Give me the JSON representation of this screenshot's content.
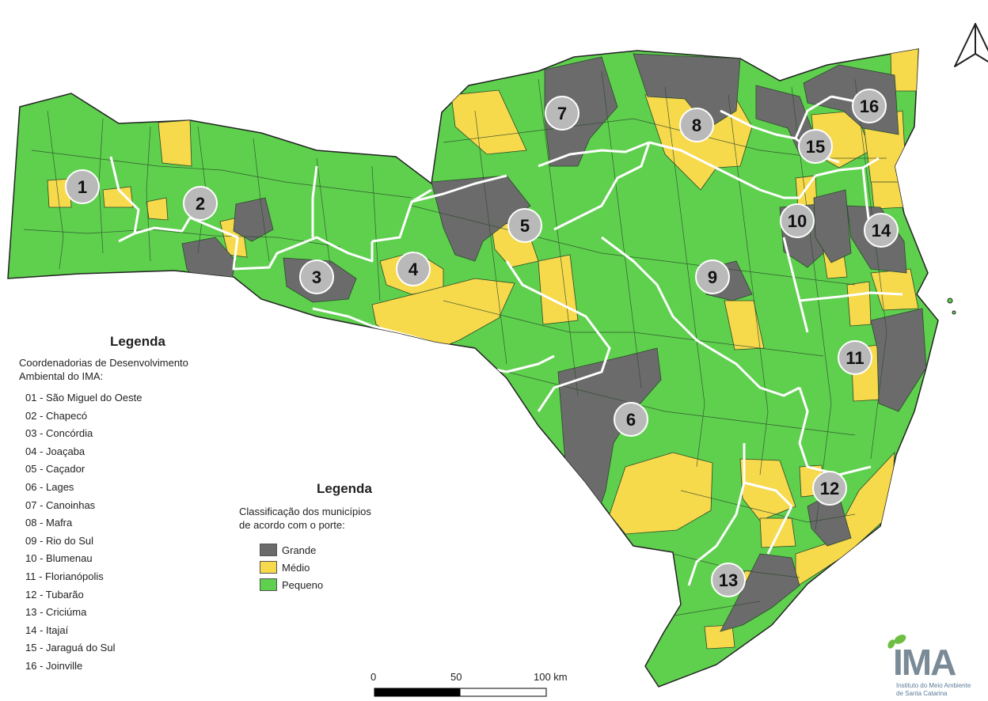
{
  "legend_regions": {
    "title": "Legenda",
    "subtitle_line1": "Coordenadorias de Desenvolvimento",
    "subtitle_line2": "Ambiental do IMA:",
    "items": [
      "01 - São Miguel do Oeste",
      "02 - Chapecó",
      "03 - Concórdia",
      "04 - Joaçaba",
      "05 - Caçador",
      "06 - Lages",
      "07 - Canoinhas",
      "08 - Mafra",
      "09 - Rio do Sul",
      "10 - Blumenau",
      "11 - Florianópolis",
      "12 - Tubarão",
      "13 - Criciúma",
      "14 - Itajaí",
      "15 - Jaraguá do Sul",
      "16 - Joinville"
    ]
  },
  "legend_size": {
    "title": "Legenda",
    "subtitle_line1": "Classificação dos municípios",
    "subtitle_line2": "de acordo com o porte:",
    "classes": [
      {
        "label": "Grande",
        "color": "#6b6b6b"
      },
      {
        "label": "Médio",
        "color": "#f7d94c"
      },
      {
        "label": "Pequeno",
        "color": "#5fcf4e"
      }
    ]
  },
  "colors": {
    "pequeno": "#5fcf4e",
    "medio": "#f7d94c",
    "grande": "#6b6b6b",
    "region_border": "#ffffff",
    "municipal_border": "#2a4a2a",
    "marker_fill": "#b9b9b9"
  },
  "region_markers": [
    "1",
    "2",
    "3",
    "4",
    "5",
    "6",
    "7",
    "8",
    "9",
    "10",
    "11",
    "12",
    "13",
    "14",
    "15",
    "16"
  ],
  "scale_bar": {
    "labels": [
      "0",
      "50",
      "100 km"
    ]
  },
  "north_arrow": {
    "icon": "north-arrow-icon"
  },
  "logo": {
    "name": "IMA",
    "caption_line1": "Instituto do Meio Ambiente",
    "caption_line2": "de Santa Catarina"
  }
}
